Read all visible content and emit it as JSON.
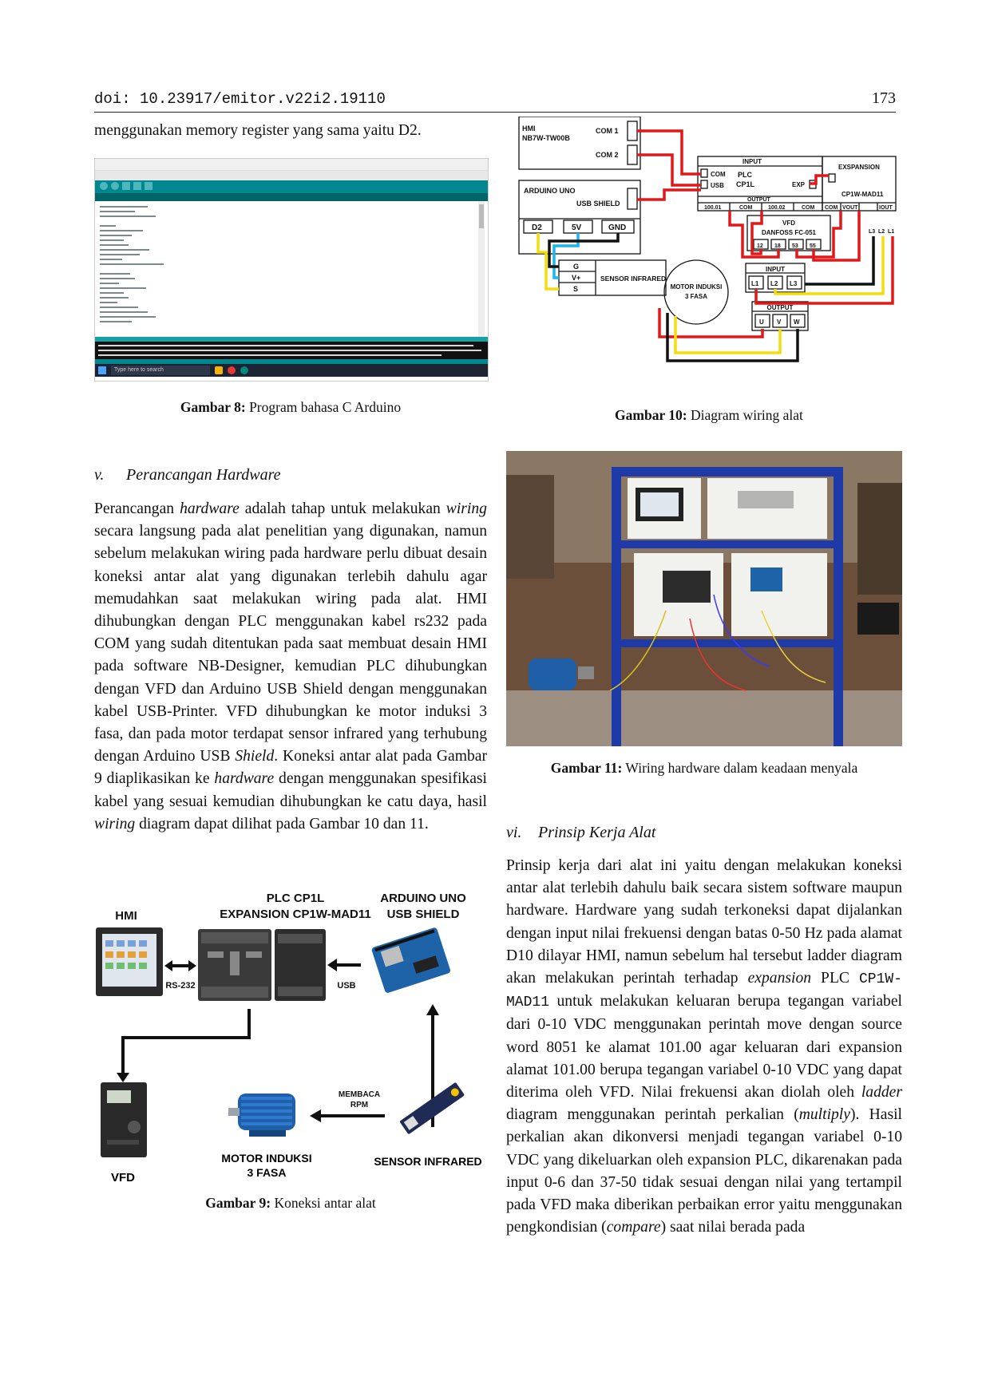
{
  "header": {
    "doi_label": "doi:",
    "doi": "10.23917/emitor.v22i2.19110",
    "page_number": "173"
  },
  "left_column": {
    "intro_line": "menggunakan memory register yang sama yaitu D2.",
    "fig8": {
      "caption_label": "Gambar 8:",
      "caption_text": "Program bahasa C Arduino",
      "taskbar_search": "Type here to search"
    },
    "section_v": {
      "number": "v.",
      "title": "Perancangan Hardware",
      "para": [
        {
          "t": "Perancangan "
        },
        {
          "t": "hardware",
          "i": true
        },
        {
          "t": " adalah tahap untuk melakukan "
        },
        {
          "t": "wiring",
          "i": true
        },
        {
          "t": " secara langsung pada alat penelitian yang digunakan, namun sebelum melakukan wiring pada hardware perlu dibuat desain koneksi antar alat yang digunakan terlebih dahulu agar memudahkan saat melakukan wiring pada alat. HMI dihubungkan dengan PLC menggunakan kabel rs232 pada COM yang sudah ditentukan pada saat membuat desain HMI pada software NB-Designer, kemudian PLC dihubungkan dengan VFD dan Arduino USB Shield dengan menggunakan kabel USB-Printer. VFD dihubungkan ke motor induksi 3 fasa, dan pada motor terdapat sensor infrared yang terhubung dengan Arduino USB "
        },
        {
          "t": "Shield",
          "i": true
        },
        {
          "t": ". Koneksi antar alat pada Gambar 9 diaplikasikan ke "
        },
        {
          "t": "hardware",
          "i": true
        },
        {
          "t": " dengan menggunakan spesifikasi kabel yang sesuai kemudian dihubungkan ke catu daya, hasil "
        },
        {
          "t": "wiring",
          "i": true
        },
        {
          "t": " diagram dapat dilihat pada Gambar 10 dan 11."
        }
      ]
    },
    "fig9": {
      "caption_label": "Gambar 9:",
      "caption_text": "Koneksi antar alat",
      "labels": {
        "hmi": "HMI",
        "plc_line1": "PLC CP1L",
        "plc_line2": "EXPANSION CP1W-MAD11",
        "arduino_line1": "ARDUINO UNO",
        "arduino_line2": "USB SHIELD",
        "rs232": "RS-232",
        "usb": "USB",
        "vfd": "VFD",
        "motor_line1": "MOTOR INDUKSI",
        "motor_line2": "3 FASA",
        "membaca_line1": "MEMBACA",
        "membaca_line2": "RPM",
        "sensor": "SENSOR INFRARED"
      }
    }
  },
  "right_column": {
    "fig10": {
      "caption_label": "Gambar 10:",
      "caption_text": "Diagram wiring alat",
      "hmi_line1": "HMI",
      "hmi_line2": "NB7W-TW00B",
      "com1": "COM 1",
      "com2": "COM 2",
      "input": "INPUT",
      "com": "COM",
      "usb": "USB",
      "plc_line1": "PLC",
      "plc_line2": "CP1L",
      "exp": "EXP",
      "output": "OUTPUT",
      "out_terms": [
        "100.01",
        "COM",
        "100.02"
      ],
      "expansion": "EXSPANSION",
      "expansion_model": "CP1W-MAD11",
      "exp_terms": [
        "COM",
        "COM",
        "VOUT",
        "IOUT"
      ],
      "arduino": "ARDUINO UNO",
      "usb_shield": "USB SHIELD",
      "pins": [
        "D2",
        "5V",
        "GND"
      ],
      "sensor_pins": [
        "G",
        "V+",
        "S"
      ],
      "sensor": "SENSOR INFRARED",
      "vfd_line1": "VFD",
      "vfd_line2": "DANFOSS FC-051",
      "vfd_terms": [
        "12",
        "18",
        "53",
        "55"
      ],
      "motor_line1": "MOTOR INDUKSI",
      "motor_line2": "3 FASA",
      "vfd_input": "INPUT",
      "l_terms": [
        "L1",
        "L2",
        "L3"
      ],
      "vfd_output": "OUTPUT",
      "uvw": [
        "U",
        "V",
        "W"
      ],
      "supply": [
        "L3",
        "L2",
        "L1"
      ]
    },
    "fig11": {
      "caption_label": "Gambar 11:",
      "caption_text": "Wiring hardware dalam keadaan menyala"
    },
    "section_vi": {
      "number": "vi.",
      "title": "Prinsip Kerja Alat",
      "para": [
        {
          "t": "Prinsip kerja dari alat ini yaitu dengan melakukan koneksi antar alat terlebih dahulu baik secara sistem software maupun hardware. Hardware yang sudah terkoneksi dapat dijalankan dengan input nilai frekuensi dengan batas 0-50 Hz pada alamat D10 dilayar HMI, namun sebelum hal tersebut ladder diagram akan melakukan perintah terhadap "
        },
        {
          "t": "expansion",
          "i": true
        },
        {
          "t": " PLC "
        },
        {
          "t": "CP1W-MAD11",
          "m": true
        },
        {
          "t": " untuk melakukan keluaran berupa tegangan variabel dari 0-10 VDC menggunakan perintah move dengan source word 8051 ke alamat 101.00 agar keluaran dari expansion alamat 101.00 berupa tegangan variabel 0-10 VDC yang dapat diterima oleh VFD. Nilai frekuensi akan diolah oleh "
        },
        {
          "t": "ladder",
          "i": true
        },
        {
          "t": " diagram menggunakan perintah perkalian ("
        },
        {
          "t": "multiply",
          "i": true
        },
        {
          "t": "). Hasil perkalian akan dikonversi menjadi tegangan variabel 0-10 VDC yang dikeluarkan oleh expansion PLC, dikarenakan pada input 0-6 dan 37-50 tidak sesuai dengan nilai yang tertampil pada VFD maka diberikan perbaikan error yaitu menggunakan pengkondisian ("
        },
        {
          "t": "compare",
          "i": true
        },
        {
          "t": ") saat nilai berada pada"
        }
      ]
    }
  }
}
